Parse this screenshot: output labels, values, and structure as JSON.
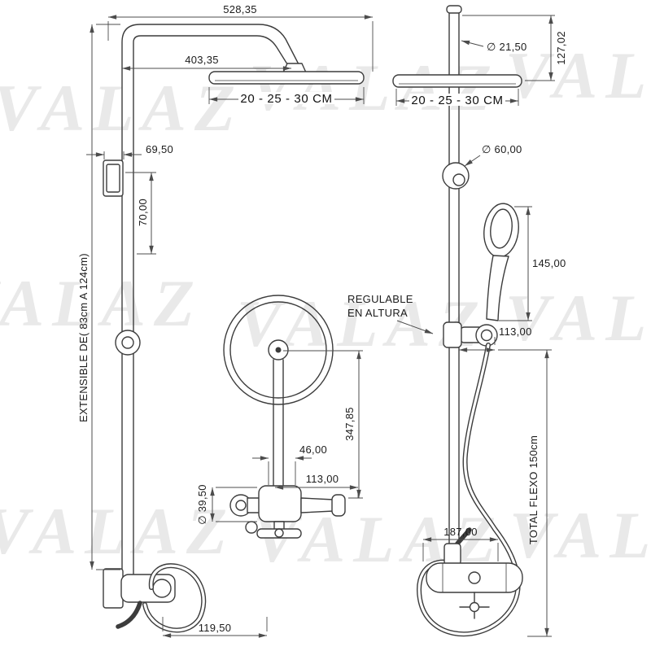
{
  "watermark": {
    "text": "VALAZ"
  },
  "views": {
    "left": {
      "total": "528,35",
      "arm": "403,35",
      "head": "20 - 25 - 30 CM",
      "bracket": "69,50",
      "travel": "70,00",
      "extensible": "EXTENSIBLE DE( 83cm A 124cm)",
      "base": "119,50"
    },
    "middle": {
      "height": "347,85",
      "cartridge": "46,00",
      "spout": "113,00",
      "diameter": "∅ 39,50",
      "note1": "REGULABLE",
      "note2": "EN ALTURA"
    },
    "right": {
      "pipe_d": "∅ 21,50",
      "top": "127,02",
      "head": "20 - 25 - 30 CM",
      "holder_d": "∅ 60,00",
      "handshower": "145,00",
      "holder_w": "113,00",
      "hose": "TOTAL FLEXO 150cm",
      "mixer": "187,00"
    }
  }
}
